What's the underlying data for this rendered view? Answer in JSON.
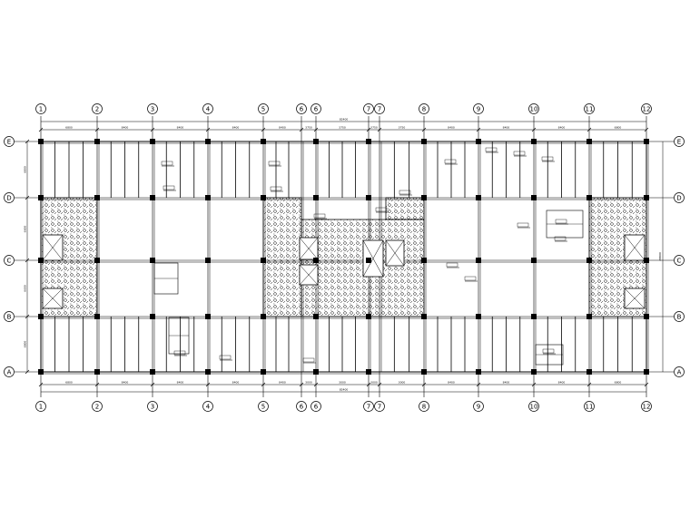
{
  "drawing": {
    "type": "structural floor plan",
    "col_axes": [
      "1",
      "2",
      "3",
      "4",
      "5",
      "6",
      "6",
      "7",
      "7",
      "8",
      "9",
      "10",
      "11",
      "12"
    ],
    "row_axes": [
      "A",
      "B",
      "C",
      "D",
      "E"
    ],
    "top_dims": [
      "6800",
      "8400",
      "8400",
      "8400",
      "8400",
      "3750",
      "3750",
      "3750",
      "3750",
      "8400",
      "8400",
      "8400",
      "6800"
    ],
    "bottom_dims": [
      "6800",
      "8400",
      "8400",
      "8400",
      "8400",
      "3000",
      "3000",
      "3000",
      "3000",
      "8400",
      "8400",
      "8400",
      "6800"
    ],
    "top_total": "82400",
    "bottom_total": "82400",
    "left_dims": [
      "6800",
      "6600",
      "6600",
      "6800"
    ],
    "right_total": "28800",
    "line_color": "#000000",
    "hatch_color": "#000000"
  }
}
